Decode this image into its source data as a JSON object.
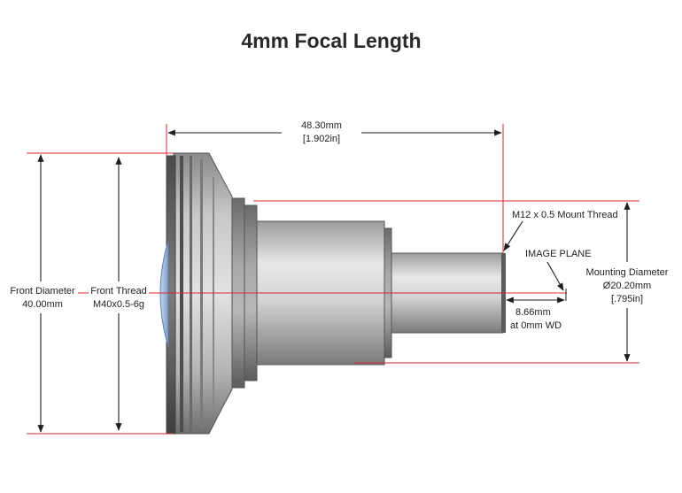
{
  "title": "4mm Focal Length",
  "colors": {
    "dimension_line": "#d62a36",
    "arrow": "#1e1e1e",
    "lens_glass": "#9ab6d8",
    "metal": "#9a9a9a"
  },
  "dimensions": {
    "overall_length": {
      "metric": "48.30mm",
      "imperial": "[1.902in]"
    },
    "mount_thread": "M12 x 0.5 Mount Thread",
    "image_plane": "IMAGE PLANE",
    "back_focal": {
      "metric": "8.66mm",
      "note": "at 0mm WD"
    },
    "mounting_diameter": {
      "label": "Mounting Diameter",
      "metric": "Ø20.20mm",
      "imperial": "[.795in]"
    },
    "front_diameter": {
      "label": "Front Diameter",
      "value": "40.00mm"
    },
    "front_thread": {
      "label": "Front Thread",
      "value": "M40x0.5-6g"
    }
  }
}
